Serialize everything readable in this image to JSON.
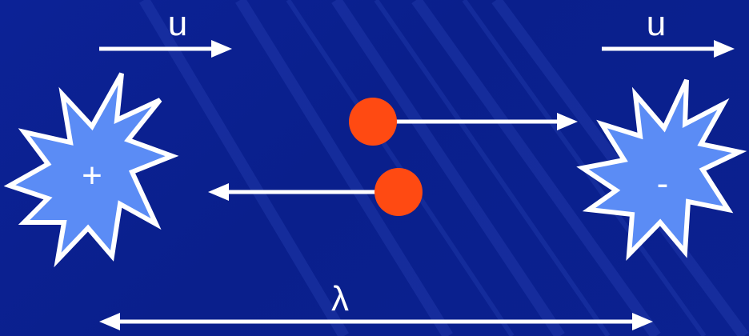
{
  "velocity_labels": {
    "left": "u",
    "right": "u"
  },
  "charges": {
    "left": "+",
    "right": "-"
  },
  "wavelength_label": "λ",
  "colors": {
    "background": "#0a1f8c",
    "arrow": "#ffffff",
    "particle": "#ff4a12",
    "star_fill": "#5b8cf5",
    "star_outline": "#ffffff"
  }
}
